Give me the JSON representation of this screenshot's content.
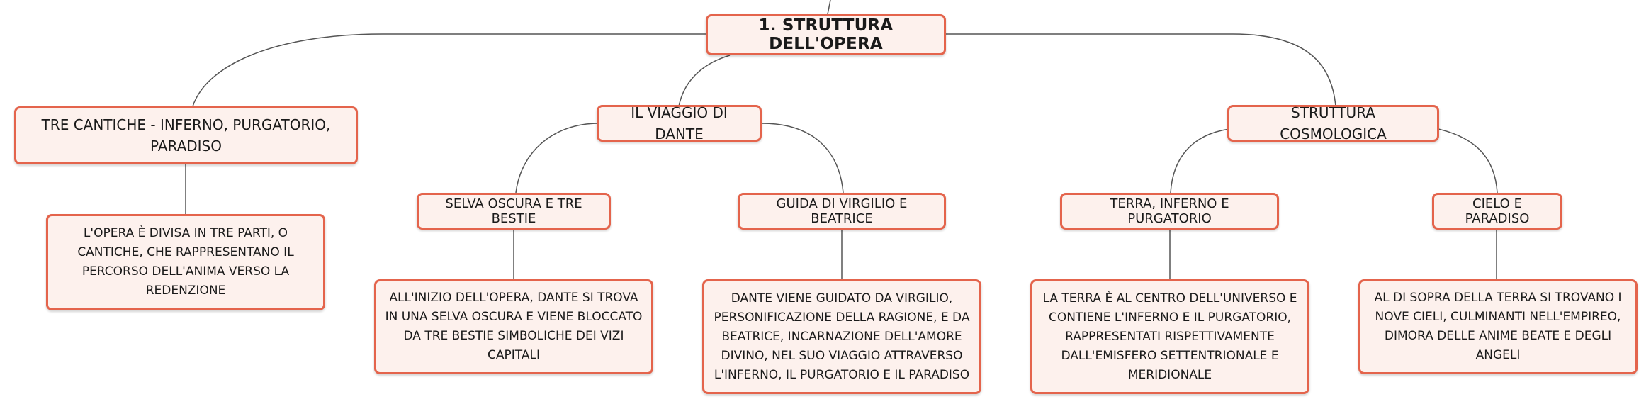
{
  "mindmap": {
    "root": "1. STRUTTURA DELL'OPERA",
    "branches": [
      {
        "label": "TRE CANTICHE - INFERNO, PURGATORIO, PARADISO",
        "detail": "L'OPERA È DIVISA IN TRE PARTI, O CANTICHE, CHE RAPPRESENTANO IL PERCORSO DELL'ANIMA VERSO LA REDENZIONE"
      },
      {
        "label": "IL VIAGGIO DI DANTE",
        "children": [
          {
            "label": "SELVA OSCURA E TRE BESTIE",
            "detail": "ALL'INIZIO DELL'OPERA, DANTE SI TROVA IN UNA SELVA OSCURA E VIENE BLOCCATO DA TRE BESTIE SIMBOLICHE DEI VIZI CAPITALI"
          },
          {
            "label": "GUIDA DI VIRGILIO E BEATRICE",
            "detail": "DANTE VIENE GUIDATO DA VIRGILIO, PERSONIFICAZIONE DELLA RAGIONE, E DA BEATRICE, INCARNAZIONE DELL'AMORE DIVINO, NEL SUO VIAGGIO ATTRAVERSO L'INFERNO, IL PURGATORIO E IL PARADISO"
          }
        ]
      },
      {
        "label": "STRUTTURA COSMOLOGICA",
        "children": [
          {
            "label": "TERRA, INFERNO E PURGATORIO",
            "detail": "LA TERRA È AL CENTRO DELL'UNIVERSO E CONTIENE L'INFERNO E IL PURGATORIO, RAPPRESENTATI RISPETTIVAMENTE DALL'EMISFERO SETTENTRIONALE E MERIDIONALE"
          },
          {
            "label": "CIELO E PARADISO",
            "detail": "AL DI SOPRA DELLA TERRA SI TROVANO I NOVE CIELI, CULMINANTI NELL'EMPIREO, DIMORA DELLE ANIME BEATE E DEGLI ANGELI"
          }
        ]
      }
    ]
  },
  "colors": {
    "border": "#e4644c",
    "fill": "#fdf1ed",
    "line": "#555555"
  }
}
